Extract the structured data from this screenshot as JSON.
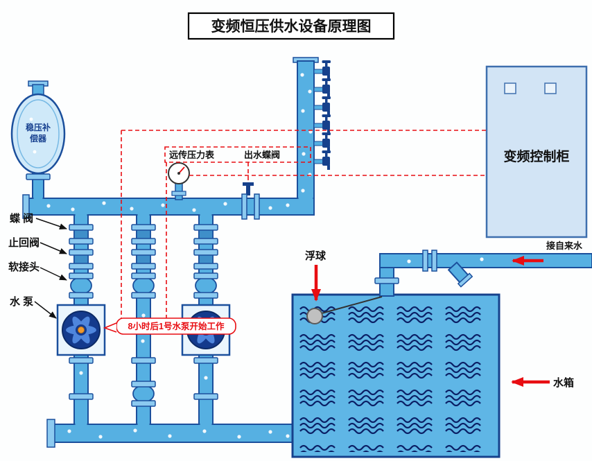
{
  "title": "变频恒压供水设备原理图",
  "cabinet": {
    "label": "变频控制柜"
  },
  "vessel": {
    "label_line1": "稳压补",
    "label_line2": "偿器"
  },
  "component_labels": {
    "butterfly_valve": "蝶 阀",
    "check_valve": "止回阀",
    "flexible_joint": "软接头",
    "water_pump": "水 泵",
    "remote_pressure_gauge": "远传压力表",
    "outlet_butterfly_valve": "出水蝶阀"
  },
  "annotations": {
    "float_ball": "浮球",
    "tap_water_inlet": "接自来水",
    "water_tank": "水箱",
    "pump_callout": "8小时后1号水泵开始工作"
  },
  "colors": {
    "pipe_fill": "#56b0e2",
    "pipe_outline": "#1b4f9c",
    "annotation_red": "#e80d12",
    "wave": "#0b2066",
    "cabinet_fill": "#d2e4f5"
  }
}
